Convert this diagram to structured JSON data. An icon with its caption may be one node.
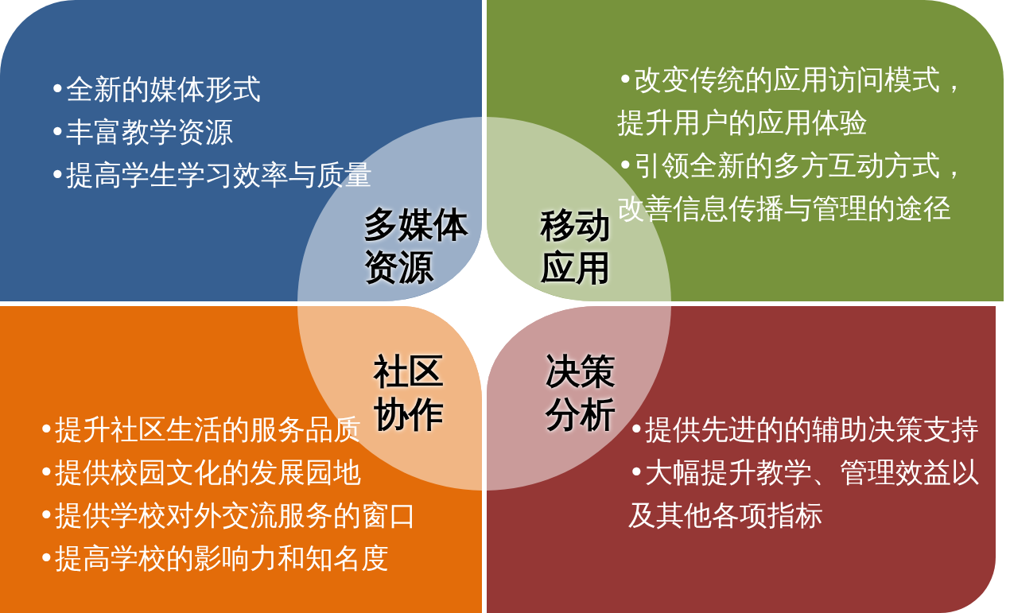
{
  "diagram": {
    "nodes": [
      {
        "text": [
          "•全新的媒体形式",
          "•丰富教学资源",
          "•提高学生学习效率与质量"
        ]
      },
      {
        "text": [
          "多媒体资源"
        ],
        "in": 0
      },
      {
        "text": [
          "•改变传统的应用访问模式，提升用户的应用体验",
          "•引领全新的多方互动方式，改善信息传播与管理的途径"
        ]
      },
      {
        "text": [
          "移动应用"
        ],
        "in": 2
      },
      {
        "text": [
          "•提升社区生活的服务品质",
          "•提供校园文化的发展园地",
          "•提供学校对外交流服务的窗口",
          "•提高学校的影响力和知名度"
        ]
      },
      {
        "text": [
          "社区协作"
        ],
        "in": 4
      },
      {
        "text": [
          "•提供先进的的辅助决策支持",
          "•大幅提升教学、管理效益以及其他各项指标"
        ]
      },
      {
        "text": [
          "决策分析"
        ],
        "in": 6
      }
    ]
  }
}
